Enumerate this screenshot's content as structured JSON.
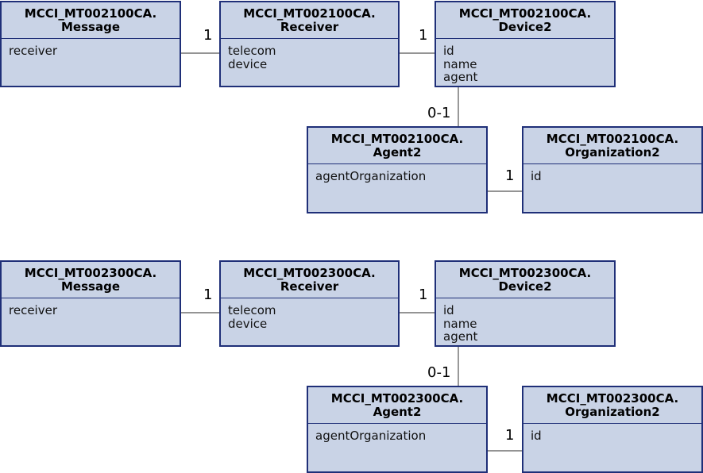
{
  "diagrams": [
    {
      "message": {
        "line1": "MCCI_MT002100CA.",
        "line2": "Message",
        "attributes": [
          "receiver"
        ]
      },
      "receiver": {
        "line1": "MCCI_MT002100CA.",
        "line2": "Receiver",
        "attributes": [
          "telecom",
          "device"
        ]
      },
      "device": {
        "line1": "MCCI_MT002100CA.",
        "line2": "Device2",
        "attributes": [
          "id",
          "name",
          "agent"
        ]
      },
      "agent": {
        "line1": "MCCI_MT002100CA.",
        "line2": "Agent2",
        "attributes": [
          "agentOrganization"
        ]
      },
      "organization": {
        "line1": "MCCI_MT002100CA.",
        "line2": "Organization2",
        "attributes": [
          "id"
        ]
      },
      "multiplicities": {
        "message_receiver": "1",
        "receiver_device": "1",
        "device_agent": "0-1",
        "agent_organization": "1"
      }
    },
    {
      "message": {
        "line1": "MCCI_MT002300CA.",
        "line2": "Message",
        "attributes": [
          "receiver"
        ]
      },
      "receiver": {
        "line1": "MCCI_MT002300CA.",
        "line2": "Receiver",
        "attributes": [
          "telecom",
          "device"
        ]
      },
      "device": {
        "line1": "MCCI_MT002300CA.",
        "line2": "Device2",
        "attributes": [
          "id",
          "name",
          "agent"
        ]
      },
      "agent": {
        "line1": "MCCI_MT002300CA.",
        "line2": "Agent2",
        "attributes": [
          "agentOrganization"
        ]
      },
      "organization": {
        "line1": "MCCI_MT002300CA.",
        "line2": "Organization2",
        "attributes": [
          "id"
        ]
      },
      "multiplicities": {
        "message_receiver": "1",
        "receiver_device": "1",
        "device_agent": "0-1",
        "agent_organization": "1"
      }
    }
  ]
}
